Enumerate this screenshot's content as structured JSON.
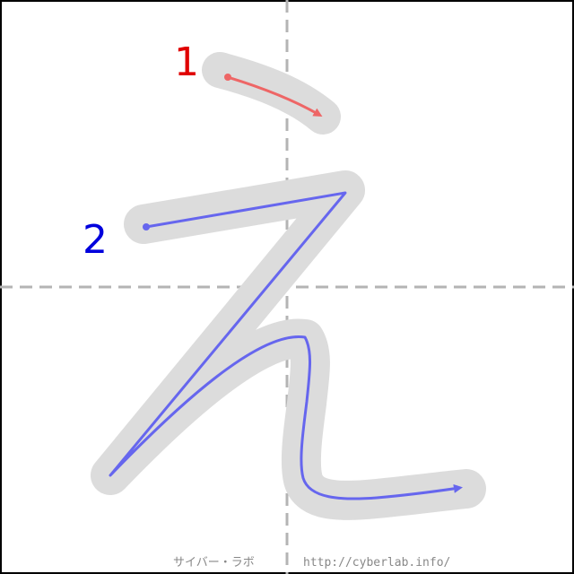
{
  "character": "え",
  "stroke_count": 2,
  "strokes": [
    {
      "number": "1",
      "color": "#e00000",
      "arrow_color": "#ee6666"
    },
    {
      "number": "2",
      "color": "#0000dd",
      "arrow_color": "#6666ee"
    }
  ],
  "guide_color": "#b4b4b4",
  "shadow_color": "#dcdcdc",
  "credit": {
    "site_name": "サイバー・ラボ",
    "url": "http://cyberlab.info/"
  }
}
